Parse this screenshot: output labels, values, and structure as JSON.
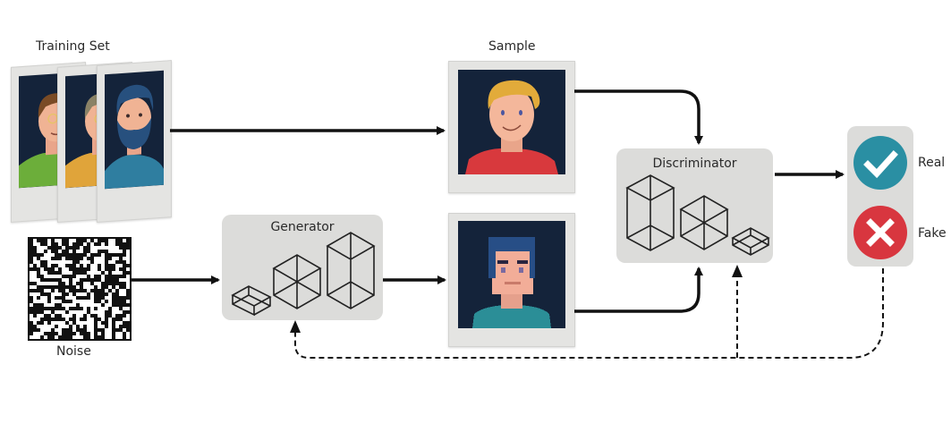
{
  "diagram": {
    "title": "Generative Adversarial Network",
    "labels": {
      "training_set": "Training Set",
      "sample": "Sample",
      "noise": "Noise",
      "generator": "Generator",
      "discriminator": "Discriminator",
      "real": "Real",
      "fake": "Fake"
    },
    "colors": {
      "real": "#2a8fa3",
      "fake": "#d8363f",
      "panel": "#dcdcda",
      "photo_bg": "#14233a"
    },
    "training_faces": [
      {
        "hair": "#7a4b25",
        "shirt": "#6cae3a",
        "glasses": true
      },
      {
        "hair": "#8a8266",
        "shirt": "#e0a43a",
        "glasses": true
      },
      {
        "hair": "#27507e",
        "shirt": "#2f7ea0",
        "beard": true
      }
    ],
    "sample_face": {
      "hair": "#e2ab3a",
      "shirt": "#d8393d"
    },
    "generated_face": {
      "hair": "#274e86",
      "shirt": "#2b8e97"
    }
  }
}
